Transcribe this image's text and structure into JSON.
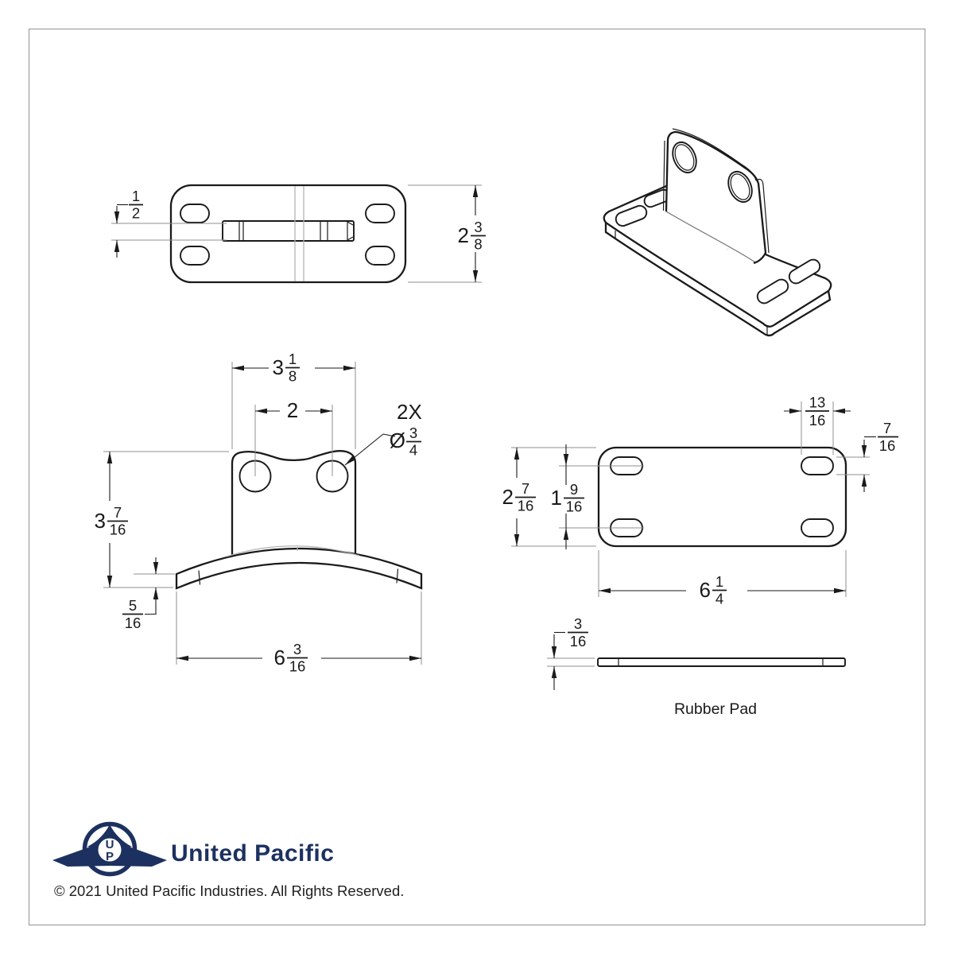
{
  "frame": {
    "color": "#a8a8a8"
  },
  "views": {
    "bracket_top": {
      "dim_slot_height": {
        "num": "1",
        "den": "2"
      },
      "dim_plate_height": {
        "whole": "2",
        "num": "3",
        "den": "8"
      }
    },
    "bracket_front": {
      "dim_tab_width": {
        "whole": "3",
        "num": "1",
        "den": "8"
      },
      "dim_hole_spacing": {
        "whole": "2"
      },
      "callout_count": "2X",
      "callout_dia_symbol": "Ø",
      "callout_dia": {
        "num": "3",
        "den": "4"
      },
      "dim_overall_height": {
        "whole": "3",
        "num": "7",
        "den": "16"
      },
      "dim_base_thickness": {
        "num": "5",
        "den": "16"
      },
      "dim_base_width": {
        "whole": "6",
        "num": "3",
        "den": "16"
      }
    },
    "pad_top": {
      "dim_height": {
        "whole": "2",
        "num": "7",
        "den": "16"
      },
      "dim_slot_spacing": {
        "whole": "1",
        "num": "9",
        "den": "16"
      },
      "dim_slot_width": {
        "num": "13",
        "den": "16"
      },
      "dim_slot_height": {
        "num": "7",
        "den": "16"
      },
      "dim_width": {
        "whole": "6",
        "num": "1",
        "den": "4"
      }
    },
    "pad_side": {
      "dim_thickness": {
        "num": "3",
        "den": "16"
      },
      "label": "Rubber Pad"
    }
  },
  "branding": {
    "logo_color": "#1d3160",
    "wordmark": "United Pacific",
    "monogram_top": "U",
    "monogram_bottom": "P",
    "copyright": "© 2021 United Pacific Industries. All Rights Reserved."
  }
}
